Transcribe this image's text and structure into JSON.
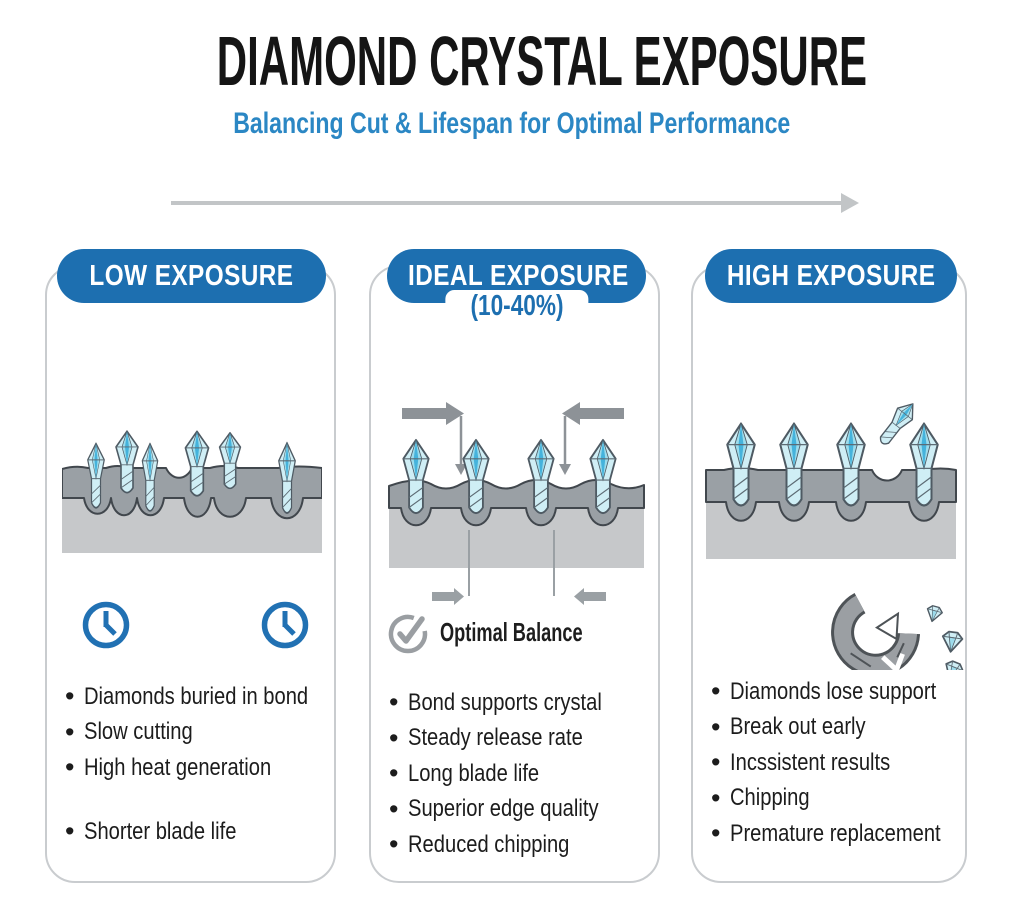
{
  "header": {
    "title": "DIAMOND CRYSTAL EXPOSURE",
    "subtitle": "Balancing Cut & Lifespan for Optimal Performance"
  },
  "flow_arrow_icon": "right-arrow-icon",
  "panels": [
    {
      "label": "LOW EXPOSURE",
      "illustration": "diamonds-buried-in-bond-illustration",
      "icons": [
        "clock-icon",
        "clock-icon"
      ],
      "bullets": [
        "Diamonds buried in bond",
        "Slow cutting",
        "High heat generation"
      ],
      "bullets_secondary": [
        "Shorter blade life"
      ]
    },
    {
      "label": "IDEAL EXPOSURE",
      "range": "(10-40%)",
      "illustration": "balanced-exposure-illustration",
      "caption_icon": "check-circle-icon",
      "caption": "Optimal Balance",
      "bullets": [
        "Bond supports crystal",
        "Steady release rate",
        "Long blade life",
        "Superior edge quality",
        "Reduced chipping"
      ]
    },
    {
      "label": "HIGH EXPOSURE",
      "illustration": "overexposed-diamonds-illustration",
      "icons": [
        "broken-segment-icon",
        "debris-diamonds-icon"
      ],
      "bullets": [
        "Diamonds lose support",
        "Break out early",
        "Incssistent results",
        "Chipping",
        "Premature replacement"
      ]
    }
  ],
  "colors": {
    "accent_blue": "#1d6fb0",
    "subtitle_blue": "#2b87c4",
    "pill_text": "#ffffff",
    "body_text": "#1c1c1c",
    "card_border": "#c9cccf",
    "bond_dark_gray": "#9aa0a5",
    "bond_light_gray": "#c6c8ca",
    "diamond_cyan_light": "#cfeef5",
    "diamond_cyan_mid": "#9ddcec",
    "diamond_cyan_dark": "#45b3dc",
    "flow_arrow_gray": "#c2c5c7",
    "pressure_arrow_gray": "#8d9297"
  }
}
